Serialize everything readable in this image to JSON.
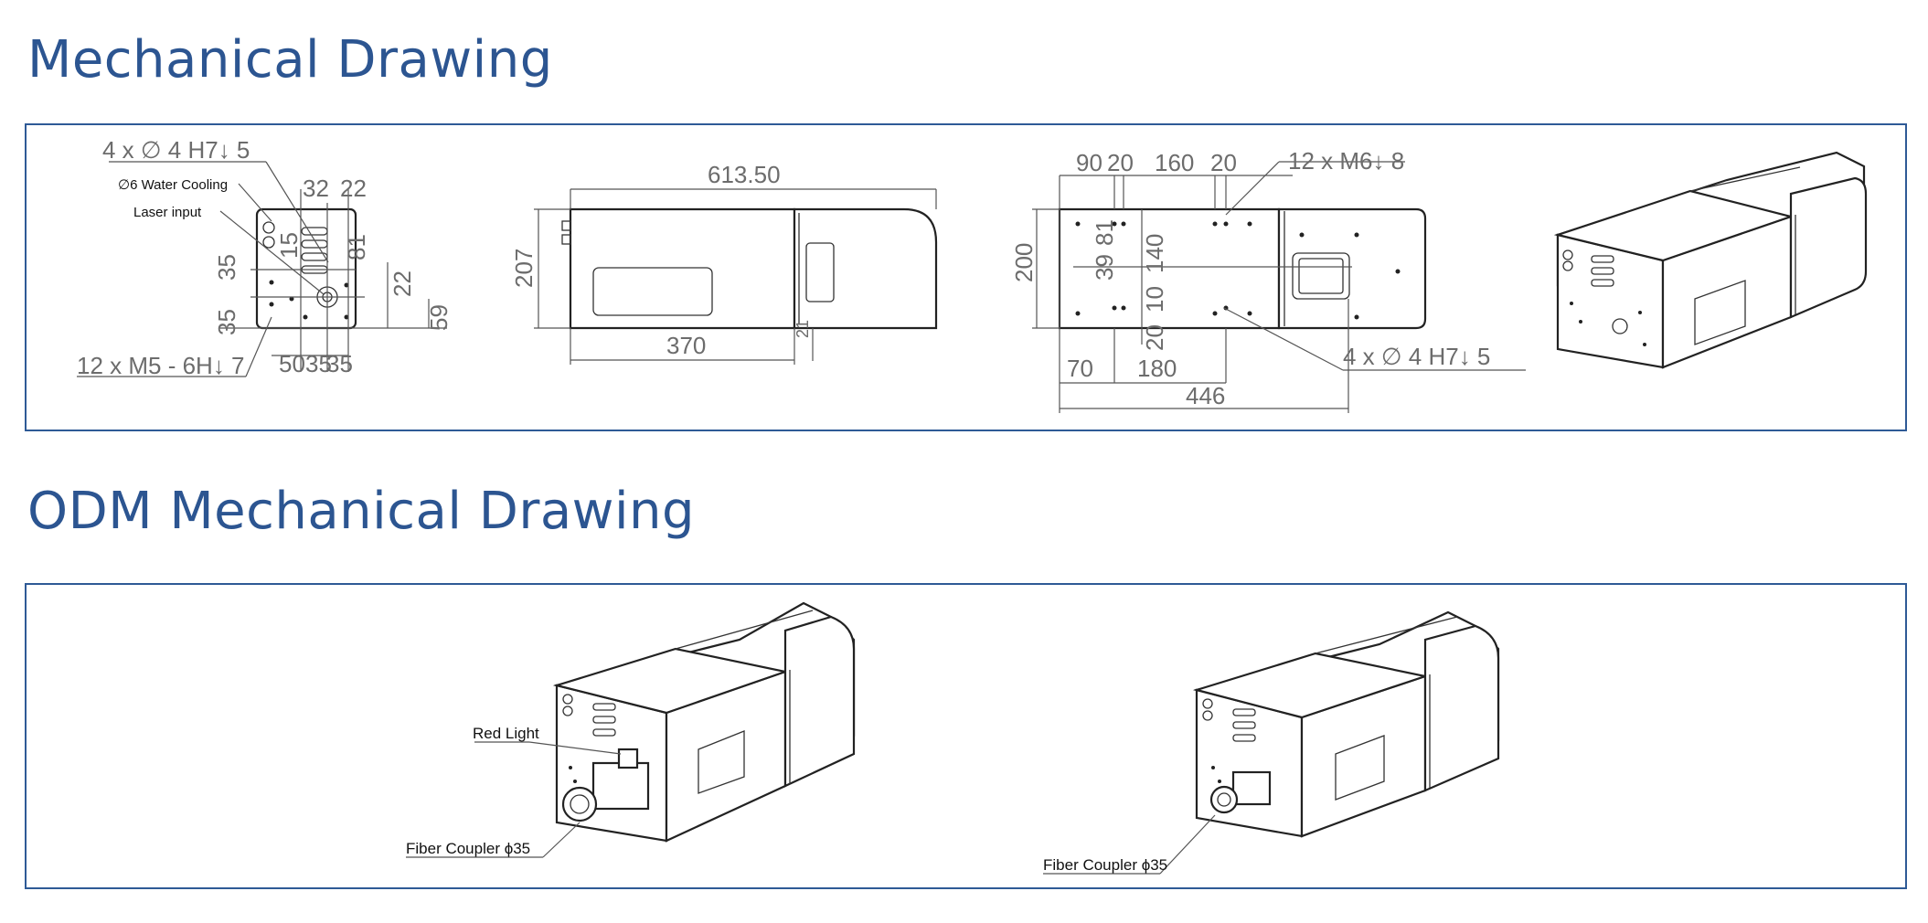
{
  "headings": {
    "mechanical": "Mechanical Drawing",
    "odm": "ODM Mechanical Drawing"
  },
  "drawing1": {
    "hole_spec_top": "4 x ∅ 4 H7↓ 5",
    "water_cooling": "∅6 Water Cooling",
    "laser_input": "Laser input",
    "thread_spec": "12 x  M5 - 6H↓ 7",
    "dims": [
      "32",
      "22",
      "15",
      "81",
      "35",
      "35",
      "22",
      "59",
      "50",
      "35",
      "35"
    ]
  },
  "drawing2": {
    "length": "613.50",
    "height": "207",
    "bottom": "370",
    "small": "21"
  },
  "drawing3": {
    "top_dims": [
      "90",
      "20",
      "160",
      "20"
    ],
    "thread_spec": "12 x M6↓ 8",
    "height": "200",
    "vertical_dims": [
      "81",
      "39",
      "140",
      "10",
      "20"
    ],
    "hole_spec": "4 x ∅ 4 H7↓ 5",
    "bottom_dims": [
      "70",
      "180"
    ],
    "total": "446"
  },
  "odm": {
    "red_light": "Red Light",
    "fiber_coupler_1": "Fiber Coupler ϕ35",
    "fiber_coupler_2": "Fiber Coupler ϕ35"
  }
}
